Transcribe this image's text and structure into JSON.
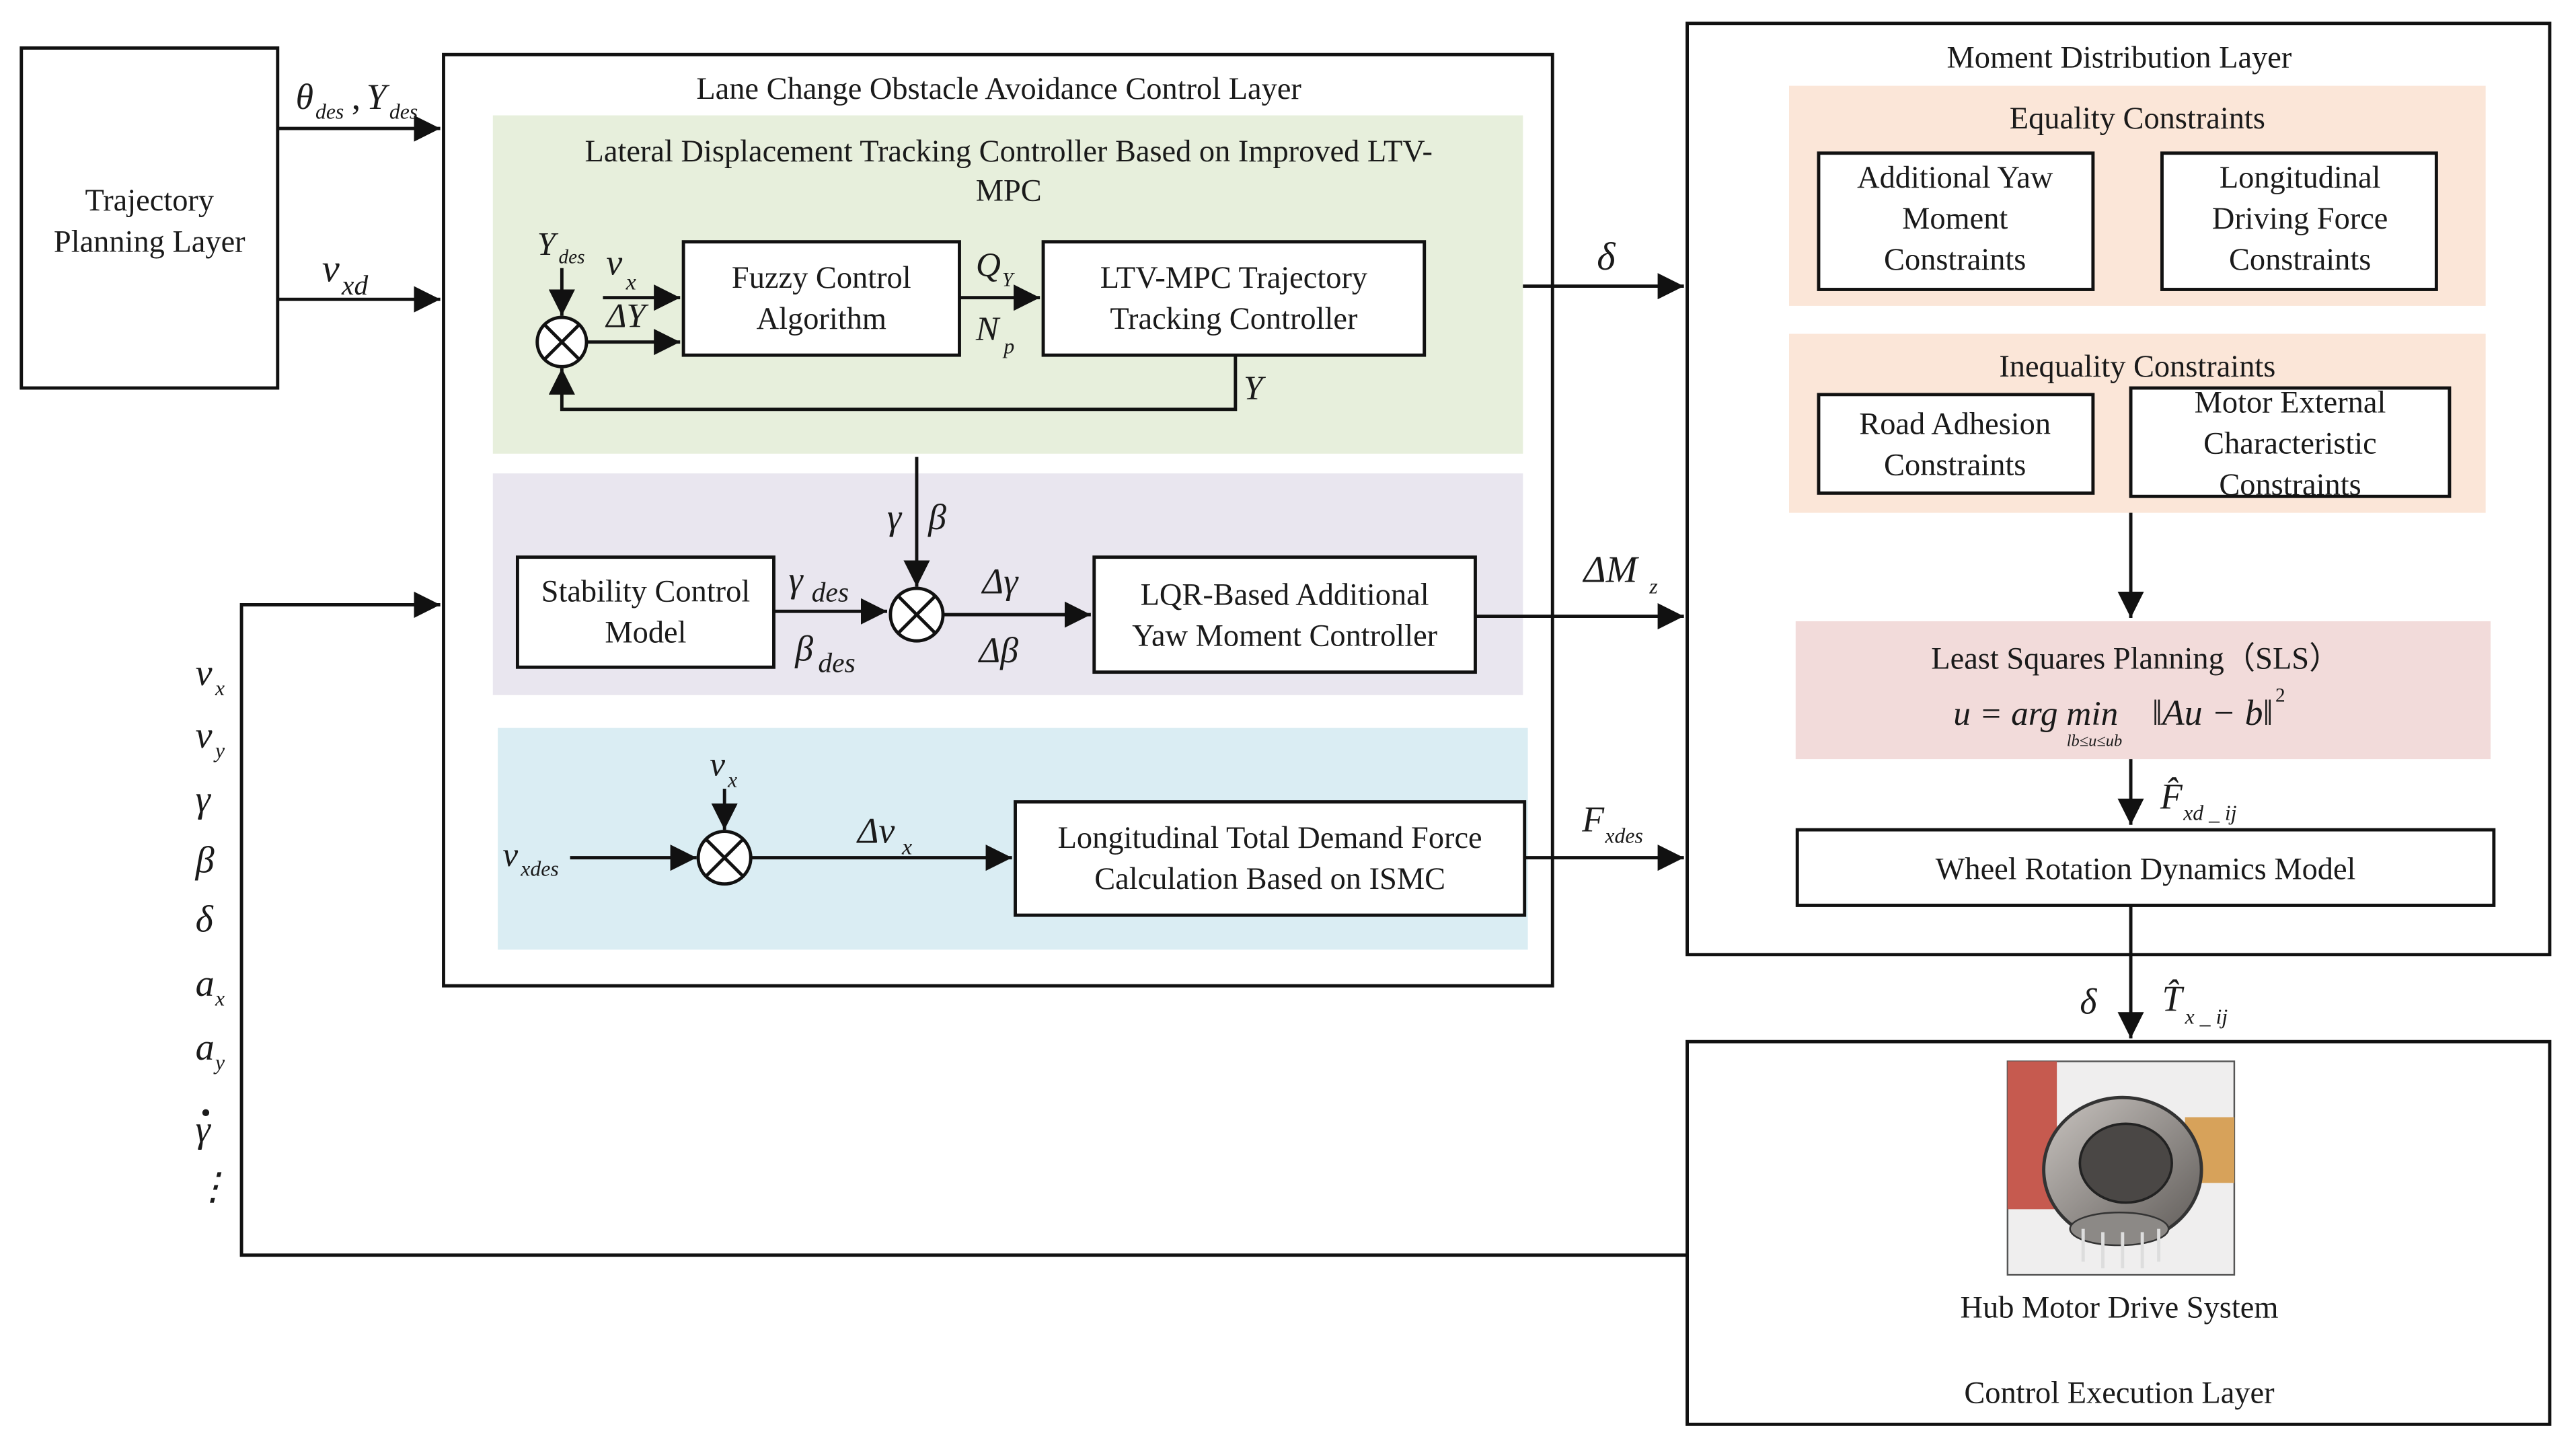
{
  "trajectory": {
    "line1": "Trajectory",
    "line2": "Planning Layer"
  },
  "lane_layer": {
    "title": "Lane Change Obstacle Avoidance Control Layer"
  },
  "lateral": {
    "title_line1": "Lateral Displacement Tracking Controller Based on Improved LTV-",
    "title_line2": "MPC",
    "fuzzy_line1": "Fuzzy Control",
    "fuzzy_line2": "Algorithm",
    "ltv_line1": "LTV-MPC Trajectory",
    "ltv_line2": "Tracking Controller",
    "y_des": "Y",
    "y_des_sub": "des",
    "vx": "v",
    "vx_sub": "x",
    "delta_y": "ΔY",
    "qy": "Q",
    "qy_sub": "Y",
    "np": "N",
    "np_sub": "p",
    "y_fb": "Y"
  },
  "stability": {
    "model_line1": "Stability Control",
    "model_line2": "Model",
    "lqr_line1": "LQR-Based Additional",
    "lqr_line2": "Yaw Moment Controller",
    "gamma": "γ",
    "beta": "β",
    "gamma_des": "γ",
    "beta_des": "β",
    "des_sub": "des",
    "d_gamma": "Δγ",
    "d_beta": "Δβ"
  },
  "longitudinal": {
    "box_line1": "Longitudinal Total Demand Force",
    "box_line2": "Calculation Based on ISMC",
    "vxdes": "v",
    "vxdes_sub": "xdes",
    "vx_top": "v",
    "vx_top_sub": "x",
    "dvx": "Δv",
    "dvx_sub": "x"
  },
  "inputs": {
    "theta_des": "θ",
    "theta_sub": "des",
    "comma": ",",
    "Y": "Y",
    "Y_sub": "des",
    "vxd": "v",
    "vxd_sub": "xd"
  },
  "outputs": {
    "delta": "δ",
    "dmz": "ΔM",
    "dmz_sub": "z",
    "fxdes": "F",
    "fxdes_sub": "xdes"
  },
  "state_list": [
    {
      "sym": "v",
      "sub": "x"
    },
    {
      "sym": "v",
      "sub": "y"
    },
    {
      "sym": "γ",
      "sub": ""
    },
    {
      "sym": "β",
      "sub": ""
    },
    {
      "sym": "δ",
      "sub": ""
    },
    {
      "sym": "a",
      "sub": "x"
    },
    {
      "sym": "a",
      "sub": "y"
    },
    {
      "sym": "γ",
      "sub": "",
      "dot": "."
    },
    {
      "sym": "⋮",
      "sub": ""
    }
  ],
  "moment_layer": {
    "title": "Moment Distribution Layer",
    "equality_title": "Equality Constraints",
    "eq_box1": [
      "Additional Yaw",
      "Moment",
      "Constraints"
    ],
    "eq_box2": [
      "Longitudinal",
      "Driving Force",
      "Constraints"
    ],
    "inequality_title": "Inequality Constraints",
    "ineq_box1": [
      "Road Adhesion",
      "Constraints"
    ],
    "ineq_box2": [
      "Motor External",
      "Characteristic",
      "Constraints"
    ],
    "ls_title": "Least Squares Planning（SLS）",
    "ls_formula_lhs": "u = arg min",
    "ls_formula_sub": "lb≤u≤ub",
    "ls_formula_rhs": "‖Au − b‖",
    "ls_formula_sup": "2",
    "fxd_ij": "F̂",
    "fxd_ij_sub": "xd _ ij",
    "wheel_model": "Wheel Rotation Dynamics Model"
  },
  "execution": {
    "delta": "δ",
    "tx_ij": "T̂",
    "tx_ij_sub": "x _ ij",
    "hub": "Hub Motor Drive System",
    "title": "Control Execution Layer"
  },
  "colors": {
    "green_panel": "#e7efdc",
    "purple_panel": "#e9e6ef",
    "blue_panel": "#daedf3",
    "peach_panel": "#fbe6d8",
    "rose_panel": "#f2dbda",
    "line": "#111111"
  }
}
